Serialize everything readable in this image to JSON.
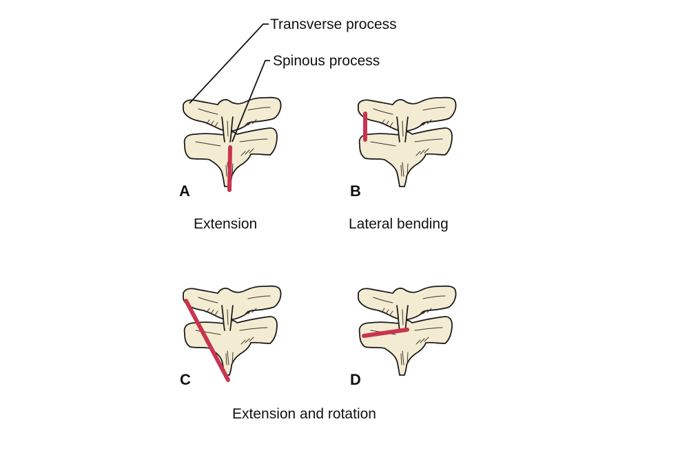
{
  "colors": {
    "bone": "#f4ecd2",
    "ligament": "#c8344f",
    "outline": "#1a1a1a"
  },
  "labels": {
    "transverse_process": "Transverse process",
    "spinous_process": "Spinous process"
  },
  "panels": [
    {
      "letter": "A",
      "motion": "Extension",
      "ligament_icon": "midline-vertical-ligament"
    },
    {
      "letter": "B",
      "motion": "Lateral bending",
      "ligament_icon": "left-side-vertical-ligament"
    },
    {
      "letter": "C",
      "motion": "",
      "ligament_icon": "diagonal-ligament"
    },
    {
      "letter": "D",
      "motion": "",
      "ligament_icon": "short-oblique-ligament"
    }
  ],
  "bottom_caption": "Extension and rotation"
}
